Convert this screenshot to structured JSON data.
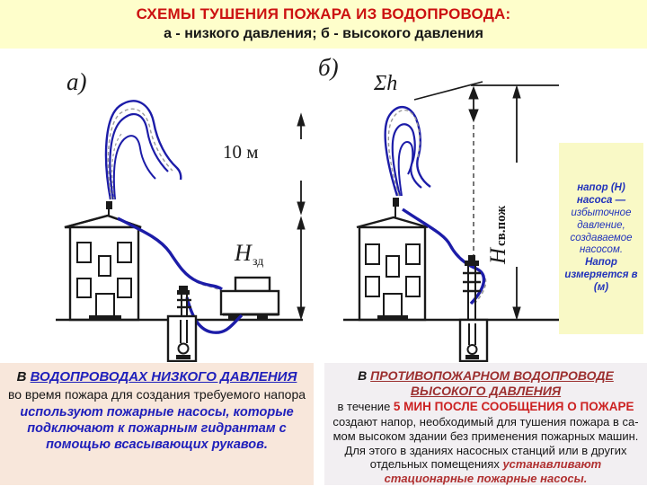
{
  "header": {
    "title": "СХЕМЫ ТУШЕНИЯ ПОЖАРА ИЗ ВОДОПРОВОДА:",
    "subtitle": "а - низкого давления; б - высокого давления"
  },
  "diagram": {
    "label_a": "а)",
    "label_b": "б)",
    "dim_10m": "10 м",
    "h_zd_main": "Н",
    "h_zd_sub": "зд",
    "sigma_h": "Σh",
    "h_sv_main": "Н",
    "h_sv_sub": "св.пож",
    "note": {
      "part1": "напор (Н) насоса —",
      "part2": "избыточное давление, создаваемое насосом.",
      "part3": "Напор измеряется в (м)"
    }
  },
  "bottom_left": {
    "heading_prefix": "В ",
    "heading": "ВОДОПРОВОДАХ НИЗКОГО ДАВЛЕНИЯ",
    "body": "во время пожара для создания требуемого напора",
    "emphasis": "используют пожарные насосы, которые подключают к пожарным гидрантам с помощью всасывающих рукавов."
  },
  "bottom_right": {
    "heading_prefix": "В ",
    "heading": "ПРОТИВОПОЖАРНОМ ВОДОПРОВОДЕ ВЫСОКОГО ДАВЛЕНИЯ",
    "lead_normal": "в течение ",
    "lead_red": "5 МИН ПОСЛЕ СООБЩЕНИЯ О ПОЖАРЕ",
    "body_1": "создают напор, необходимый для тушения пожара в са-мом высоком здании без применения пожарных машин. Для этого в зданиях насосных станций или в других отдельных помещениях ",
    "emphasis": "устанавливают стационарные пожарные насосы."
  },
  "colors": {
    "title_red": "#CC1111",
    "band_yellow": "#FEFECB",
    "note_yellow": "#F9F9C6",
    "blue_text": "#2020BB",
    "maroon_text": "#9C2F2F",
    "alert_red": "#CC2222",
    "hose_blue": "#1C1CA8",
    "left_panel": "#F8E7DB",
    "right_panel": "#F2EFF2",
    "ink": "#1a1a1a"
  }
}
